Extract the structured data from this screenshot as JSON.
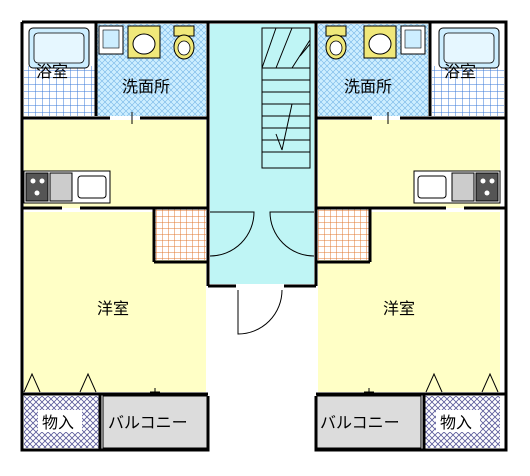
{
  "rooms": {
    "bath_left": "浴室",
    "washroom_left": "洗面所",
    "western_left": "洋室",
    "storage_left": "物入",
    "balcony_left": "バルコニー",
    "bath_right": "浴室",
    "washroom_right": "洗面所",
    "western_right": "洋室",
    "storage_right": "物入",
    "balcony_right": "バルコニー"
  },
  "colors": {
    "bath_tile": "#3a7ad8",
    "bath_fill": "#cdeeff",
    "washroom_fill": "#cdeeff",
    "stair_fill": "#bff5f5",
    "room_fill": "#ffffc6",
    "hatch_orange": "#e07a30",
    "storage_hatch": "#5a5a9a",
    "balcony_fill": "#dcdcdc",
    "fixture_yellow": "#f0e87a"
  }
}
